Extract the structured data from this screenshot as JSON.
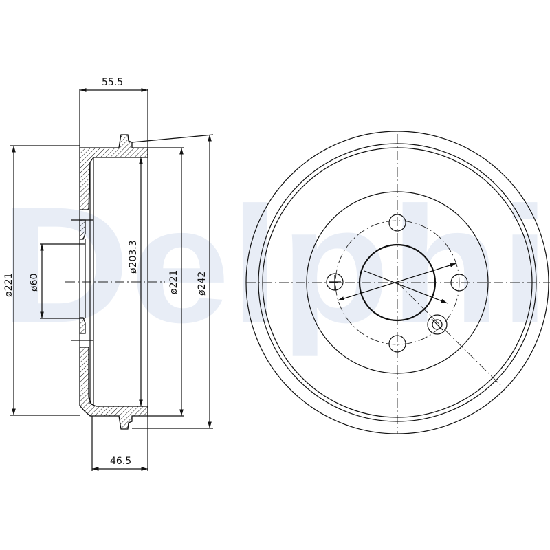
{
  "watermark": {
    "text": "Delphi",
    "color": "#e8edf6"
  },
  "side_view": {
    "dimensions": {
      "top_width": "55.5",
      "bottom_width": "46.5",
      "outer_left": "ø221",
      "hub_bore": "ø60",
      "braking_surface": "ø203.3",
      "rim_diameter": "ø221",
      "outer_flange": "ø242"
    }
  },
  "front_view": {
    "bolt_holes": 4,
    "description": "Brake drum front view with 4 wheel-stud holes, centre bore, pitch circle and locating screw hole"
  },
  "colors": {
    "line": "#111111",
    "background": "#ffffff"
  }
}
